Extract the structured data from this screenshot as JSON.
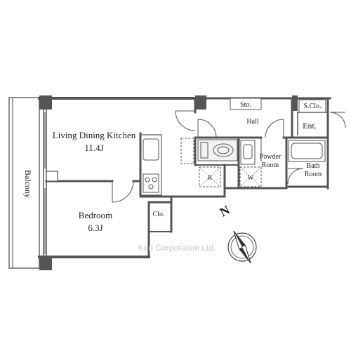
{
  "floorplan": {
    "rooms": {
      "ldk": {
        "name": "Living Dining Kitchen",
        "size": "11.4J"
      },
      "bedroom": {
        "name": "Bedroom",
        "size": "6.3J"
      },
      "balcony": {
        "name": "Balcony"
      },
      "hall": {
        "name": "Hall"
      },
      "storage": {
        "name": "Sto."
      },
      "shoe_closet": {
        "name": "S.Clo."
      },
      "entrance": {
        "name": "Ent."
      },
      "powder_room": {
        "line1": "Powder",
        "line2": "Room"
      },
      "bath_room": {
        "line1": "Bath",
        "line2": "Room"
      },
      "closet": {
        "name": "Clo."
      }
    },
    "fixtures": {
      "refrigerator": "R",
      "washer": "W"
    },
    "compass": {
      "label": "N"
    },
    "watermark": "Ken Corporation Ltd."
  }
}
